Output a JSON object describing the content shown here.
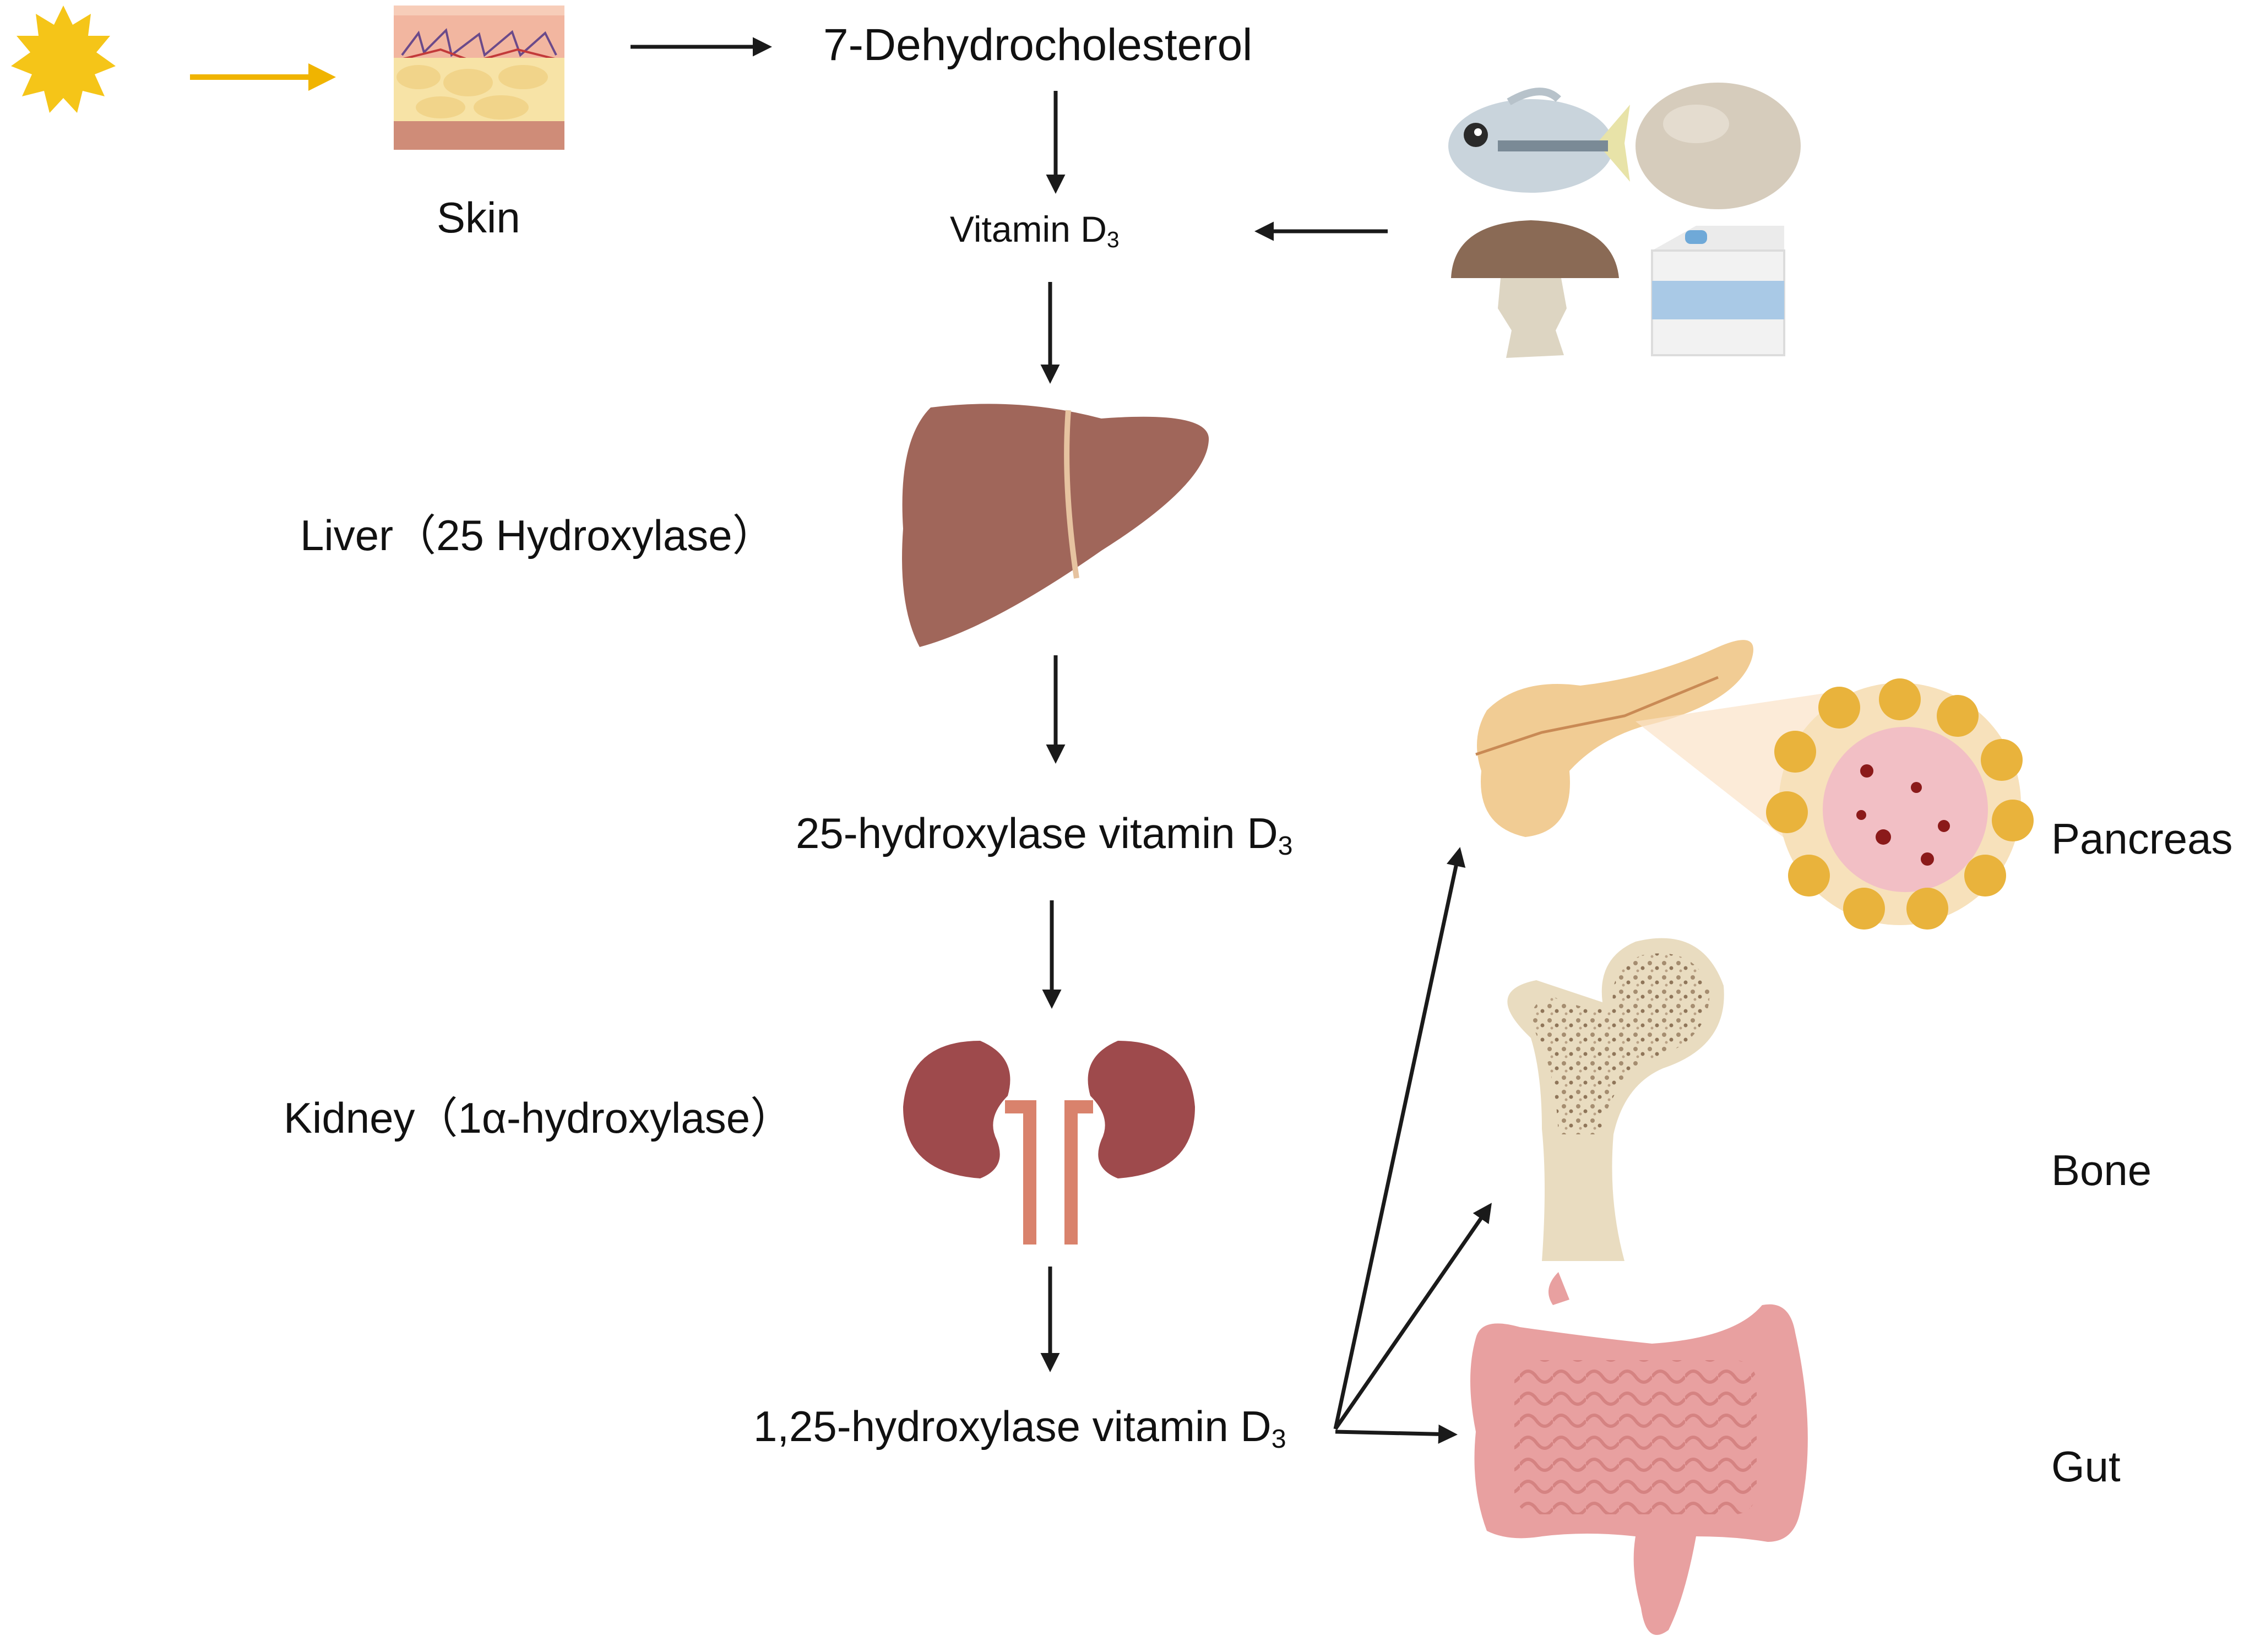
{
  "labels": {
    "skin": "Skin",
    "dehydro": "7-Dehydrocholesterol",
    "vitd3_main": "Vitamin D",
    "vitd3_sub": "3",
    "liver": "Liver（25 Hydroxylase）",
    "hydroxy25_main": "25-hydroxylase vitamin D",
    "hydroxy25_sub": "3",
    "kidney": "Kidney（1α-hydroxylase）",
    "hydroxy125_main": "1,25-hydroxylase vitamin D",
    "hydroxy125_sub": "3",
    "pancreas": "Pancreas",
    "bone": "Bone",
    "gut": "Gut"
  },
  "colors": {
    "sun": "#f5c518",
    "sun_arrow": "#f0b400",
    "arrow": "#1a1a1a",
    "liver": "#a0665a",
    "kidney": "#9e4a4c",
    "ureter": "#d9826c",
    "bone": "#e9dcc0",
    "bone_spongy": "#a58d70",
    "gut": "#e8a0a0",
    "pancreas": "#f1cc94",
    "skin_top": "#f2b6a0",
    "skin_fat": "#f7e3a6",
    "skin_bottom": "#cf8c78",
    "milk_band": "#a9c9e6",
    "egg": "#d6ccbc",
    "mushroom": "#8a6a55",
    "fish": "#c9d4dc"
  },
  "icons": [
    "sun-icon",
    "skin-icon",
    "fish-icon",
    "egg-icon",
    "mushroom-icon",
    "milk-carton-icon",
    "liver-icon",
    "kidney-icon",
    "pancreas-icon",
    "islet-icon",
    "bone-icon",
    "gut-icon"
  ]
}
